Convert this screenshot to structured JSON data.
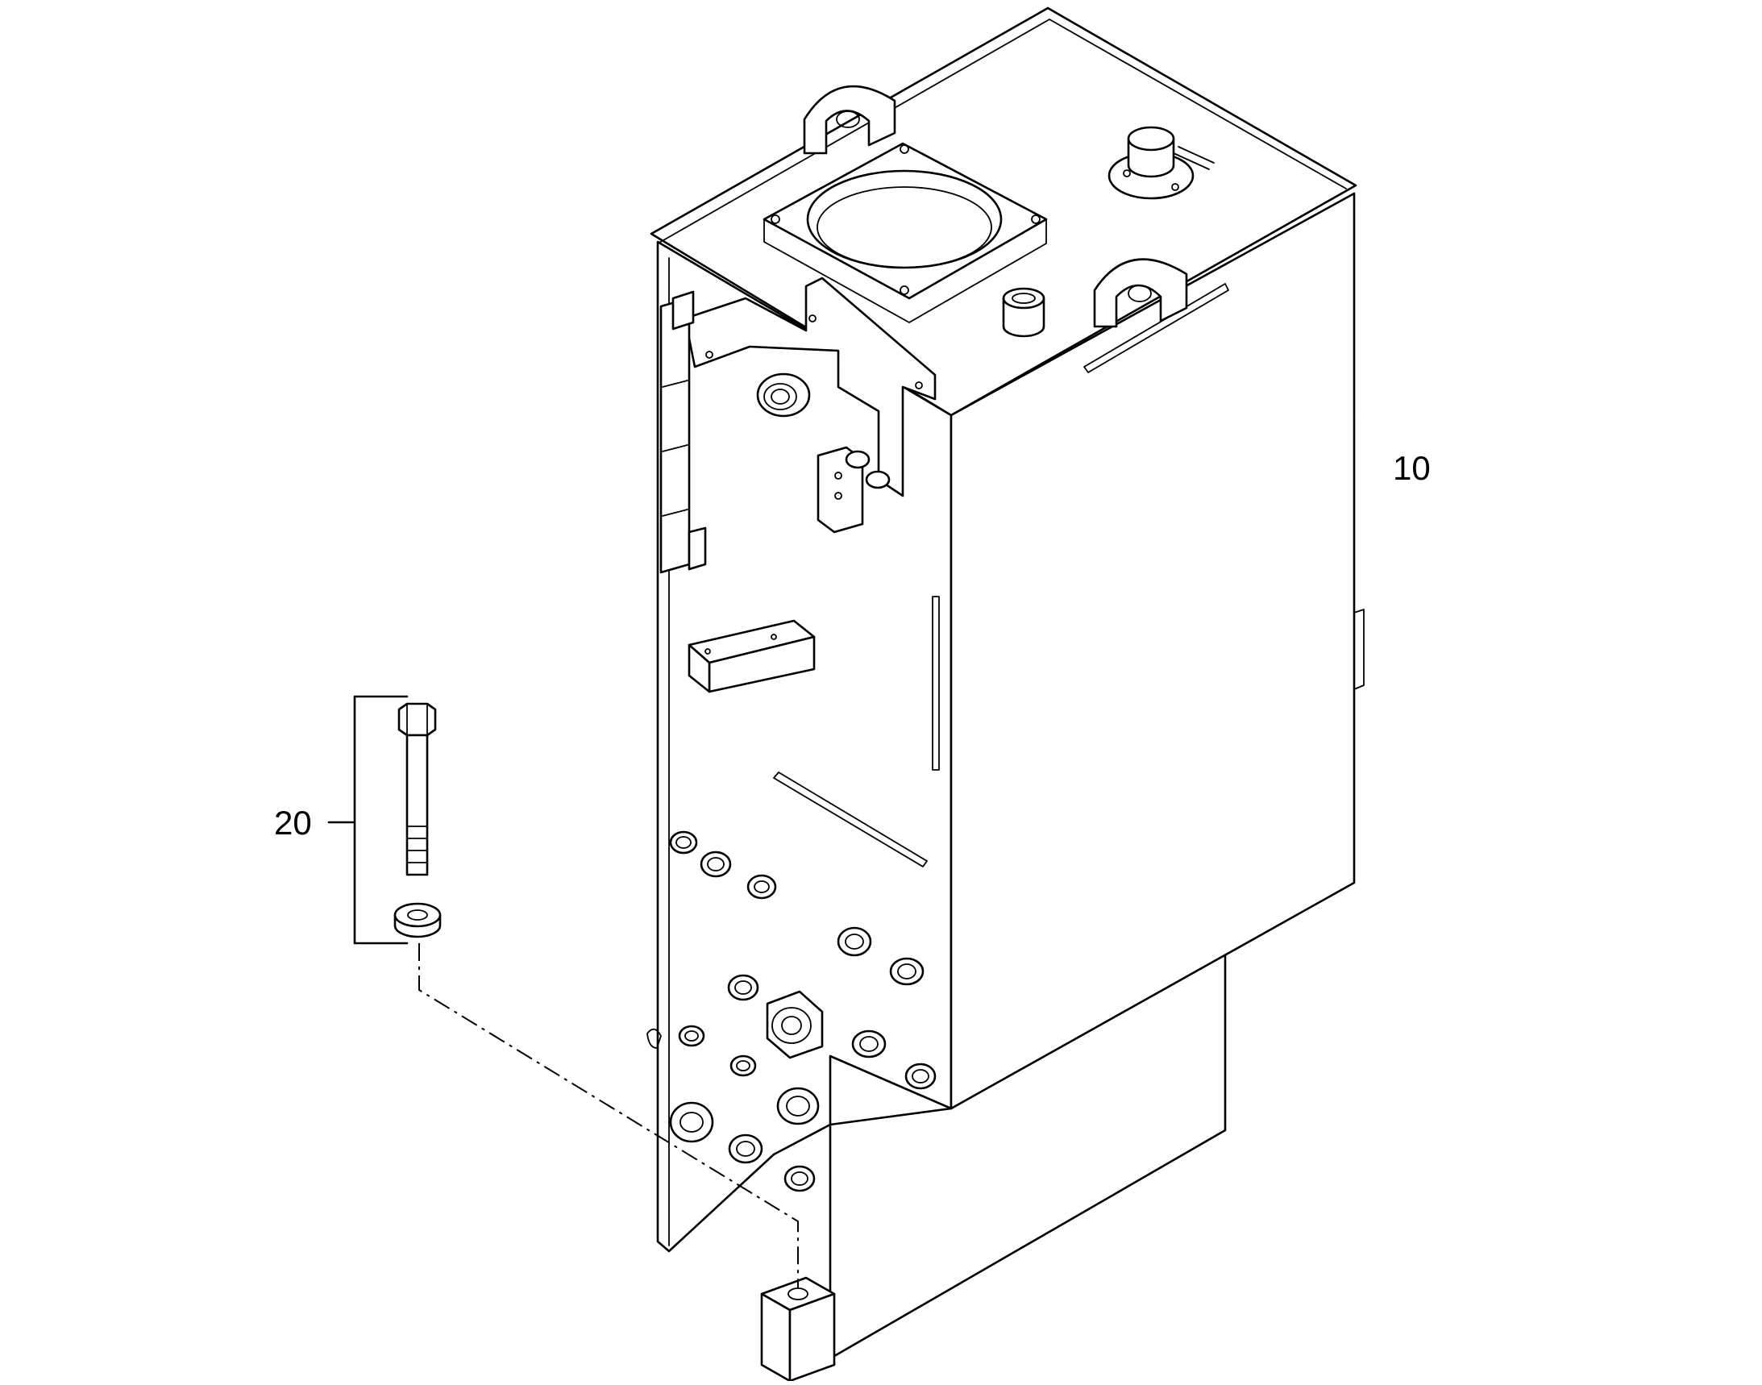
{
  "diagram": {
    "callouts": [
      {
        "id": "10",
        "label": "10",
        "part": "tank-assembly"
      },
      {
        "id": "20",
        "label": "20",
        "part": "bolt-and-washer"
      }
    ],
    "colors": {
      "line": "#000000",
      "background": "#ffffff",
      "shade": "#d9d9d9"
    }
  }
}
